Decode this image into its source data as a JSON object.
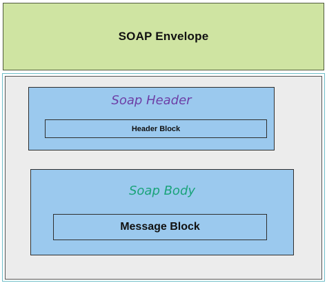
{
  "envelope": {
    "label": "SOAP Envelope",
    "fill": "#cfe4a2"
  },
  "header": {
    "title": "Soap Header",
    "title_color": "#6d3fa6",
    "block_label": "Header Block",
    "fill": "#9bc9ee"
  },
  "body": {
    "title": "Soap Body",
    "title_color": "#1aa37a",
    "block_label": "Message Block",
    "fill": "#9bc9ee"
  },
  "outer_border_color": "#6dbdc8"
}
